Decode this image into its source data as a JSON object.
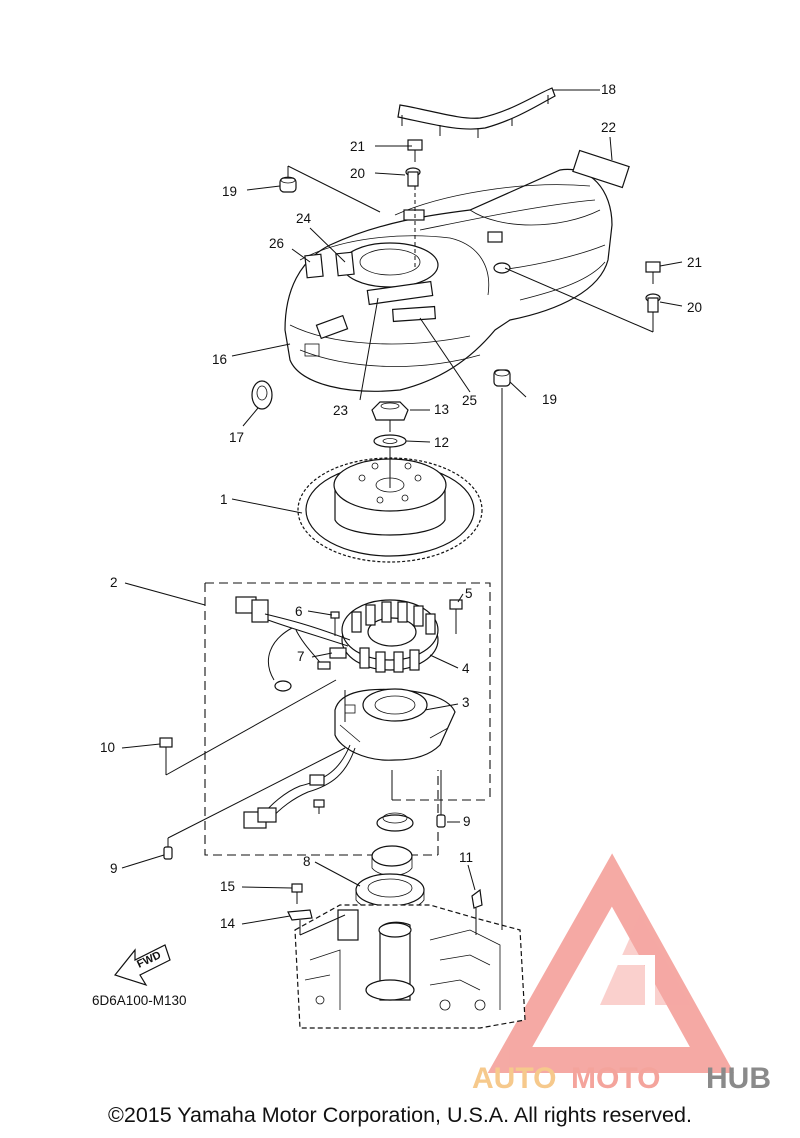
{
  "diagram": {
    "callouts": {
      "c1": "1",
      "c2": "2",
      "c3": "3",
      "c4": "4",
      "c5": "5",
      "c6": "6",
      "c7": "7",
      "c8": "8",
      "c9a": "9",
      "c9b": "9",
      "c10": "10",
      "c11": "11",
      "c12": "12",
      "c13": "13",
      "c14": "14",
      "c15": "15",
      "c16": "16",
      "c17": "17",
      "c18": "18",
      "c19a": "19",
      "c19b": "19",
      "c20a": "20",
      "c20b": "20",
      "c21a": "21",
      "c21b": "21",
      "c22": "22",
      "c23": "23",
      "c24": "24",
      "c25": "25",
      "c26": "26"
    },
    "fwd_label": "FWD",
    "drawing_code": "6D6A100-M130",
    "copyright": "©2015 Yamaha Motor Corporation, U.S.A. All rights reserved."
  },
  "watermark": {
    "brand_part1": "AUTO",
    "brand_part2": "MOTO",
    "brand_part3": "HUB",
    "colors": {
      "auto": "#f6c98c",
      "moto": "#f4a49c",
      "hub": "#8a8a8a",
      "logo": "#f28d86"
    }
  }
}
